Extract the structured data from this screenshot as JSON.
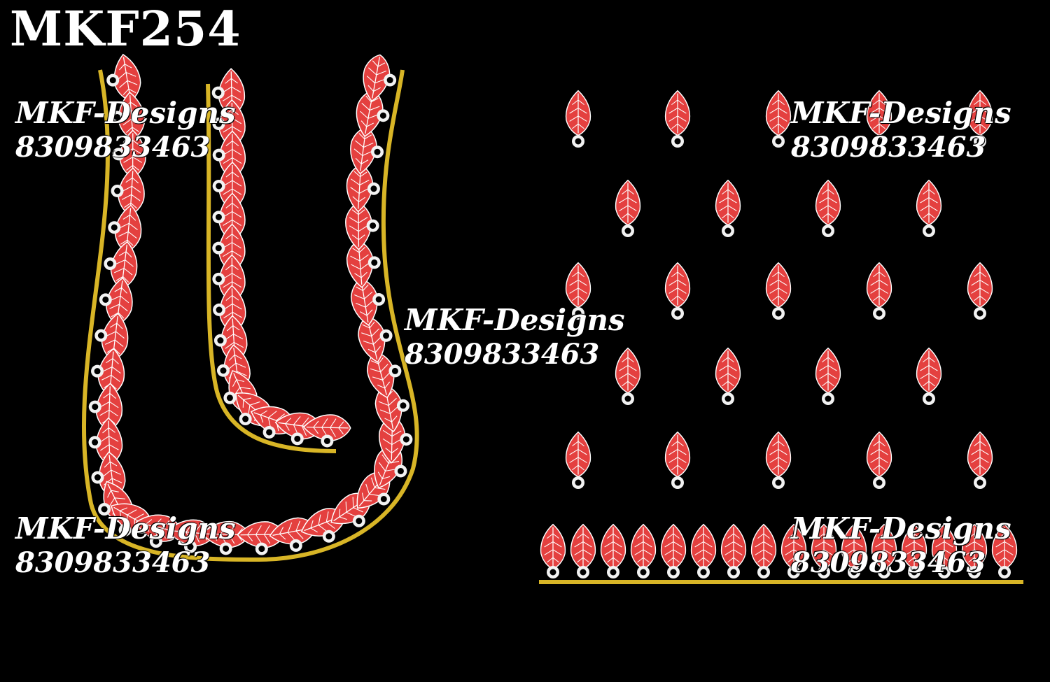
{
  "design_code": "MKF254",
  "watermarks": [
    {
      "brand": "MKF-Designs",
      "phone": "8309833463"
    },
    {
      "brand": "MKF-Designs",
      "phone": "8309833463"
    },
    {
      "brand": "MKF-Designs",
      "phone": "8309833463"
    },
    {
      "brand": "MKF-Designs",
      "phone": "8309833463"
    },
    {
      "brand": "MKF-Designs",
      "phone": "8309833463"
    }
  ],
  "colors": {
    "background": "#000000",
    "leaf_red": "#e4403f",
    "leaf_vein": "#ffffff",
    "ring_white": "#f2f2f2",
    "piping_gold": "#d8b526"
  },
  "motifs": {
    "neckline": "leaf-cluster with white ring",
    "butta": "red leaf motif with white ring",
    "border": "leaf row on gold line"
  }
}
